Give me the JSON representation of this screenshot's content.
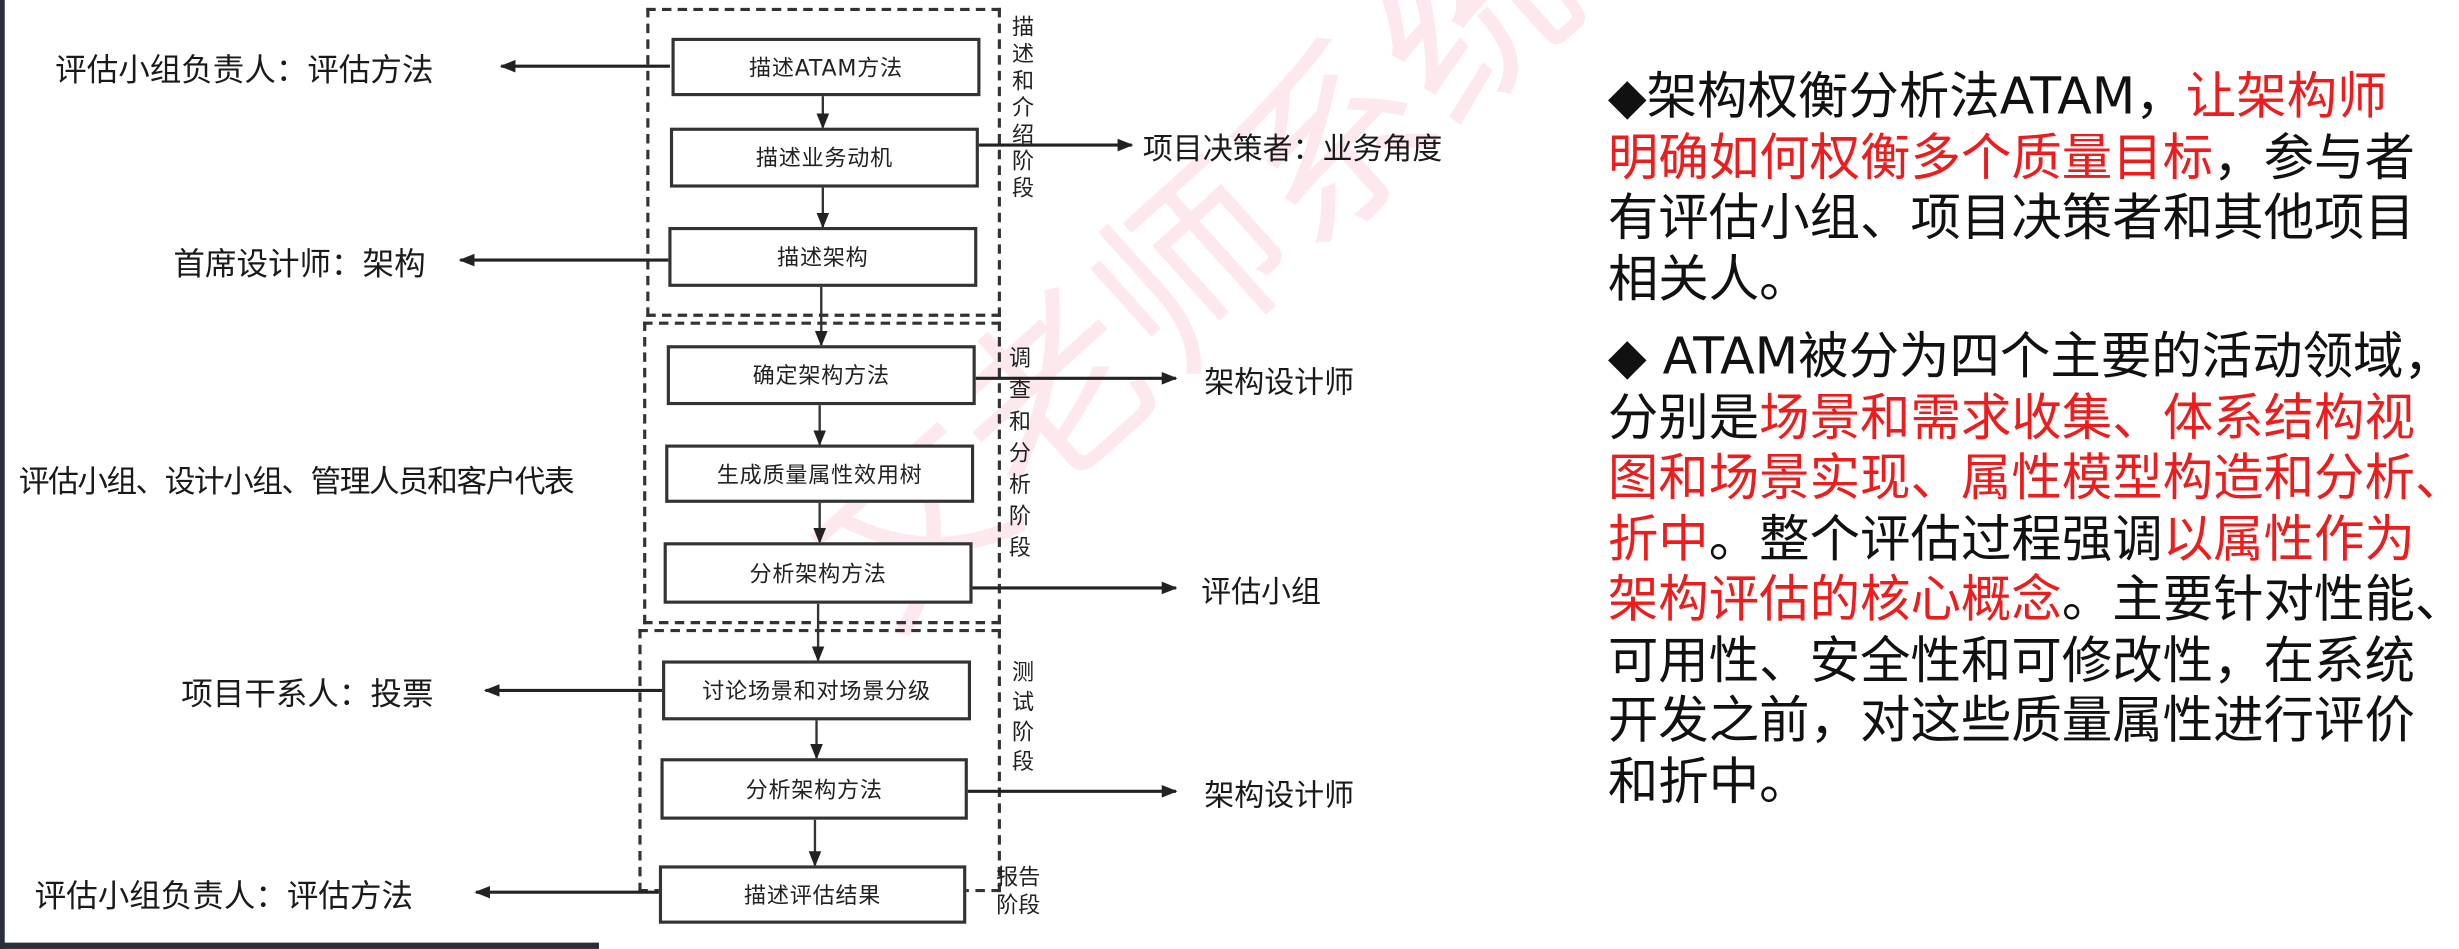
{
  "diagram": {
    "steps": [
      "描述ATAM方法",
      "描述业务动机",
      "描述架构",
      "确定架构方法",
      "生成质量属性效用树",
      "分析架构方法",
      "讨论场景和对场景分级",
      "分析架构方法",
      "描述评估结果"
    ],
    "stages": [
      "描述和介绍阶段",
      "调查和分析阶段",
      "测试阶段",
      "报告阶段"
    ],
    "left_labels": [
      "评估小组负责人：评估方法",
      "首席设计师：架构",
      "评估小组、设计小组、管理人员和客户代表",
      "项目干系人：投票",
      "评估小组负责人：评估方法"
    ],
    "right_labels": [
      "项目决策者：业务角度",
      "架构设计师",
      "评估小组",
      "架构设计师"
    ]
  },
  "description": {
    "paragraphs": [
      [
        [
          {
            "t": "◆架构权衡分析法ATAM，",
            "red": false
          },
          {
            "t": "让架构师",
            "red": true
          }
        ],
        [
          {
            "t": "明确如何权衡多个质量目标",
            "red": true
          },
          {
            "t": "，参与者",
            "red": false
          }
        ],
        [
          {
            "t": "有评估小组、项目决策者和其他项目",
            "red": false
          }
        ],
        [
          {
            "t": "相关人。",
            "red": false
          }
        ]
      ],
      [
        [
          {
            "t": "◆ ATAM被分为四个主要的活动领域，",
            "red": false
          }
        ],
        [
          {
            "t": "分别是",
            "red": false
          },
          {
            "t": "场景和需求收集、体系结构视",
            "red": true
          }
        ],
        [
          {
            "t": "图和场景实现、属性模型构造和分析、",
            "red": true
          }
        ],
        [
          {
            "t": "折中",
            "red": true
          },
          {
            "t": "。整个评估过程强调",
            "red": false
          },
          {
            "t": "以属性作为",
            "red": true
          }
        ],
        [
          {
            "t": "架构评估的核心概念",
            "red": true
          },
          {
            "t": "。主要针对性能、",
            "red": false
          }
        ],
        [
          {
            "t": "可用性、安全性和可修改性，在系统",
            "red": false
          }
        ],
        [
          {
            "t": "开发之前，对这些质量属性进行评价",
            "red": false
          }
        ],
        [
          {
            "t": "和折中。",
            "red": false
          }
        ]
      ]
    ]
  },
  "watermark": "文老师系统架",
  "colors": {
    "highlight": "#ee1c1c",
    "text": "#111111",
    "line": "#333333"
  }
}
